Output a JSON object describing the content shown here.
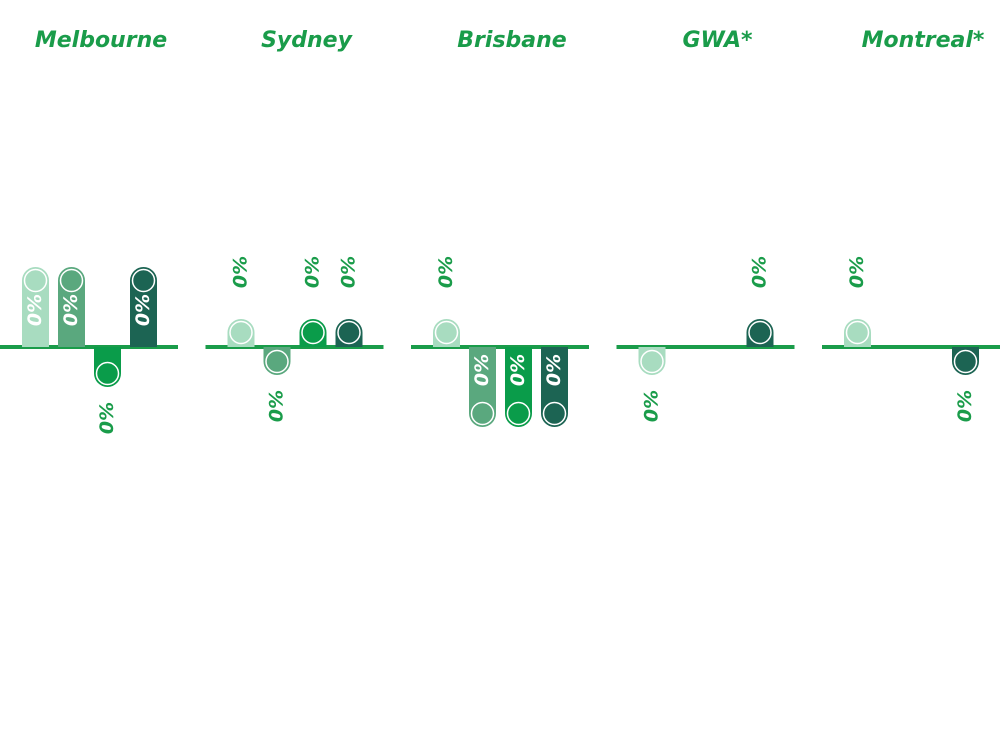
{
  "chart_data": {
    "type": "bar",
    "series_colors": [
      "#a8dcc0",
      "#5aa87e",
      "#0a9c4a",
      "#1c6453"
    ],
    "accent": "#1a9c4a",
    "label_color": "#1a9c4a",
    "panels": [
      {
        "title": "Melbourne",
        "values": [
          1,
          1,
          -0.5,
          1
        ],
        "labels": [
          "0%",
          "0%",
          "0%",
          "0%"
        ]
      },
      {
        "title": "Sydney",
        "values": [
          0.35,
          -0.35,
          0.35,
          0.35
        ],
        "labels": [
          "0%",
          "0%",
          "0%",
          "0%"
        ]
      },
      {
        "title": "Brisbane",
        "values": [
          0.35,
          -1,
          -1,
          -1
        ],
        "labels": [
          "0%",
          "0%",
          "0%",
          "0%"
        ]
      },
      {
        "title": "GWA*",
        "values": [
          -0.35,
          null,
          null,
          0.35
        ],
        "labels": [
          "0%",
          "",
          "",
          "0%"
        ]
      },
      {
        "title": "Montreal*",
        "values": [
          0.35,
          null,
          null,
          -0.35
        ],
        "labels": [
          "0%",
          "",
          "",
          "0%"
        ]
      }
    ]
  }
}
